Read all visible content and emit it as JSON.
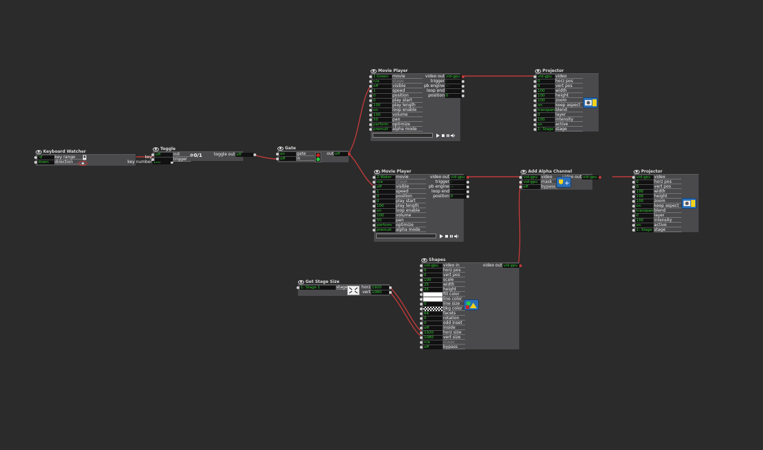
{
  "keyboard_watcher": {
    "title": "Keyboard Watcher",
    "inputs": [
      {
        "value": "'d'",
        "label": "key range"
      },
      {
        "value": "down",
        "label": "direction"
      }
    ],
    "outputs": [
      {
        "label": "key",
        "value": "'d'"
      },
      {
        "label": "key number",
        "value": "100"
      }
    ]
  },
  "toggle": {
    "title": "Toggle",
    "inputs": [
      {
        "value": "off",
        "label": "init"
      },
      {
        "value": "",
        "label": "trigger"
      }
    ],
    "button_label": "0/1",
    "outputs": [
      {
        "label": "toggle out",
        "value": "off"
      }
    ]
  },
  "gate": {
    "title": "Gate",
    "inputs": [
      {
        "value": "on",
        "label": "gate"
      },
      {
        "value": "off",
        "label": "in"
      }
    ],
    "outputs": [
      {
        "label": "out",
        "value": "off"
      }
    ]
  },
  "movie_player_1": {
    "title": "Movie Player",
    "inputs": [
      {
        "value": "1:Green",
        "label": "movie"
      },
      {
        "value": "n/a",
        "label": "stage",
        "dim": true
      },
      {
        "value": "off",
        "label": "visible"
      },
      {
        "value": "1",
        "label": "speed"
      },
      {
        "value": "0",
        "label": "position"
      },
      {
        "value": "0",
        "label": "play start"
      },
      {
        "value": "100",
        "label": "play length"
      },
      {
        "value": "on",
        "label": "loop enable"
      },
      {
        "value": "100",
        "label": "volume"
      },
      {
        "value": "50",
        "label": "pan"
      },
      {
        "value": "perform",
        "label": "optimize"
      },
      {
        "value": "premult",
        "label": "alpha mode"
      }
    ],
    "outputs": [
      {
        "label": "video out",
        "value": "vid-gpu"
      },
      {
        "label": "trigger",
        "value": "-"
      },
      {
        "label": "pb engine",
        "value": "--"
      },
      {
        "label": "loop end",
        "value": "-"
      },
      {
        "label": "position",
        "value": "0"
      }
    ]
  },
  "movie_player_2": {
    "title": "Movie Player",
    "inputs": [
      {
        "value": "2:Water",
        "label": "movie"
      },
      {
        "value": "n/a",
        "label": "stage",
        "dim": true
      },
      {
        "value": "off",
        "label": "visible"
      },
      {
        "value": "1",
        "label": "speed"
      },
      {
        "value": "0",
        "label": "position"
      },
      {
        "value": "0",
        "label": "play start"
      },
      {
        "value": "100",
        "label": "play length"
      },
      {
        "value": "on",
        "label": "loop enable"
      },
      {
        "value": "100",
        "label": "volume"
      },
      {
        "value": "50",
        "label": "pan"
      },
      {
        "value": "perform",
        "label": "optimize"
      },
      {
        "value": "premult",
        "label": "alpha mode"
      }
    ],
    "outputs": [
      {
        "label": "video out",
        "value": "vid-gpu"
      },
      {
        "label": "trigger",
        "value": "-"
      },
      {
        "label": "pb engine",
        "value": "--"
      },
      {
        "label": "loop end",
        "value": "-"
      },
      {
        "label": "position",
        "value": "0"
      }
    ]
  },
  "projector_1": {
    "title": "Projector",
    "inputs": [
      {
        "value": "vid-gpu",
        "label": "video"
      },
      {
        "value": "0",
        "label": "horz pos"
      },
      {
        "value": "0",
        "label": "vert pos"
      },
      {
        "value": "100",
        "label": "width"
      },
      {
        "value": "100",
        "label": "height"
      },
      {
        "value": "100",
        "label": "zoom"
      },
      {
        "value": "on",
        "label": "keep aspect"
      },
      {
        "value": "transpare",
        "label": "blend"
      },
      {
        "value": "0",
        "label": "layer"
      },
      {
        "value": "100",
        "label": "intensity"
      },
      {
        "value": "on",
        "label": "active"
      },
      {
        "value": "1: Stage",
        "label": "stage"
      }
    ]
  },
  "projector_2": {
    "title": "Projector",
    "inputs": [
      {
        "value": "vid-gpu",
        "label": "video"
      },
      {
        "value": "0",
        "label": "horz pos"
      },
      {
        "value": "0",
        "label": "vert pos"
      },
      {
        "value": "100",
        "label": "width"
      },
      {
        "value": "100",
        "label": "height"
      },
      {
        "value": "100",
        "label": "zoom"
      },
      {
        "value": "on",
        "label": "keep aspect"
      },
      {
        "value": "transpare",
        "label": "blend"
      },
      {
        "value": "0",
        "label": "layer"
      },
      {
        "value": "100",
        "label": "intensity"
      },
      {
        "value": "on",
        "label": "active"
      },
      {
        "value": "1: Stage",
        "label": "stage"
      }
    ]
  },
  "add_alpha": {
    "title": "Add Alpha Channel",
    "inputs": [
      {
        "value": "vid-gpu",
        "label": "video"
      },
      {
        "value": "vid-gpu",
        "label": "mask"
      },
      {
        "value": "off",
        "label": "bypass"
      }
    ],
    "outputs": [
      {
        "label": "video out",
        "value": "vid-gpu"
      }
    ]
  },
  "shapes": {
    "title": "Shapes",
    "inputs": [
      {
        "value": "vid-gpu",
        "label": "video in"
      },
      {
        "value": "0",
        "label": "horz pos"
      },
      {
        "value": "0",
        "label": "vert pos"
      },
      {
        "value": "100",
        "label": "scale"
      },
      {
        "value": "25",
        "label": "width"
      },
      {
        "value": "25",
        "label": "height"
      },
      {
        "value": "",
        "label": "fill color",
        "swatch": "white"
      },
      {
        "value": "",
        "label": "line color",
        "swatch": "white"
      },
      {
        "value": "0",
        "label": "line size"
      },
      {
        "value": "",
        "label": "bkg color",
        "swatch": "checker"
      },
      {
        "value": "64",
        "label": "facets"
      },
      {
        "value": "0",
        "label": "rotation"
      },
      {
        "value": "0",
        "label": "odd inset"
      },
      {
        "value": "off",
        "label": "inside"
      },
      {
        "value": "1920",
        "label": "horz size"
      },
      {
        "value": "1080",
        "label": "vert size"
      },
      {
        "value": "n/a",
        "label": "stage",
        "dim": true
      },
      {
        "value": "off",
        "label": "bypass"
      }
    ],
    "outputs": [
      {
        "label": "video out",
        "value": "vid-gpu"
      }
    ]
  },
  "get_stage_size": {
    "title": "Get Stage Size",
    "inputs": [
      {
        "value": "1: Stage 1",
        "label": "stage"
      }
    ],
    "outputs": [
      {
        "label": "horz",
        "value": "1920"
      },
      {
        "label": "vert",
        "value": "1080"
      }
    ]
  },
  "colors": {
    "background": "#2b2b2b",
    "actor": "#4a4a4d",
    "value_text": "#33d133",
    "wire": "#c23a3a"
  }
}
